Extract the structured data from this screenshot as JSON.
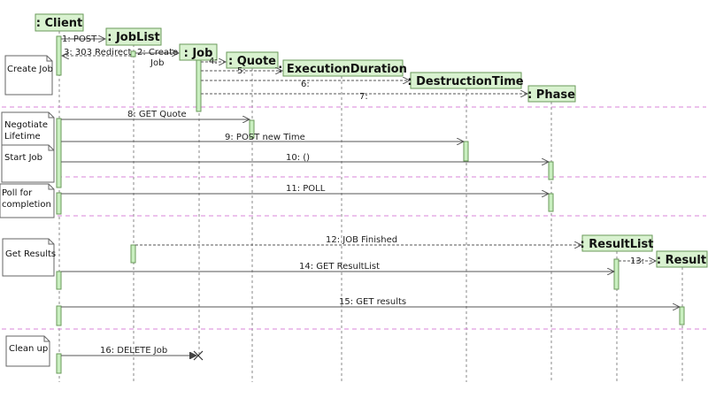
{
  "participants": [
    {
      "id": "client",
      "label": ": Client"
    },
    {
      "id": "joblist",
      "label": ": JobList"
    },
    {
      "id": "job",
      "label": ": Job"
    },
    {
      "id": "quote",
      "label": ": Quote"
    },
    {
      "id": "execduration",
      "label": ": ExecutionDuration"
    },
    {
      "id": "destruction",
      "label": ": DestructionTime"
    },
    {
      "id": "phase",
      "label": ": Phase"
    },
    {
      "id": "resultlist",
      "label": ": ResultList"
    },
    {
      "id": "result",
      "label": ": Result"
    }
  ],
  "messages": [
    {
      "id": "m1",
      "label": "1: POST"
    },
    {
      "id": "m2",
      "label": "2: Create",
      "label2": "Job"
    },
    {
      "id": "m3",
      "label": "3: 303 Redirect"
    },
    {
      "id": "m4",
      "label": "4:"
    },
    {
      "id": "m5",
      "label": "5:"
    },
    {
      "id": "m6",
      "label": "6:"
    },
    {
      "id": "m7",
      "label": "7:"
    },
    {
      "id": "m8",
      "label": "8: GET Quote"
    },
    {
      "id": "m9",
      "label": "9: POST new Time"
    },
    {
      "id": "m10",
      "label": "10: ()"
    },
    {
      "id": "m11",
      "label": "11: POLL"
    },
    {
      "id": "m12",
      "label": "12: JOB Finished"
    },
    {
      "id": "m13",
      "label": "13:"
    },
    {
      "id": "m14",
      "label": "14: GET ResultList"
    },
    {
      "id": "m15",
      "label": "15: GET results"
    },
    {
      "id": "m16",
      "label": "16: DELETE Job"
    }
  ],
  "notes": [
    {
      "id": "n1",
      "lines": [
        "Create Job"
      ]
    },
    {
      "id": "n2",
      "lines": [
        "Negotiate",
        "Lifetime"
      ]
    },
    {
      "id": "n3",
      "lines": [
        "Start Job"
      ]
    },
    {
      "id": "n4",
      "lines": [
        "Poll for",
        "completion"
      ]
    },
    {
      "id": "n5",
      "lines": [
        "Get Results"
      ]
    },
    {
      "id": "n6",
      "lines": [
        "Clean up"
      ]
    }
  ],
  "colors": {
    "head_fill": "#d9f2d0",
    "head_stroke": "#6a9a5a",
    "activation_fill": "#c9efc0",
    "separator": "#d985d9",
    "line": "#555555"
  }
}
